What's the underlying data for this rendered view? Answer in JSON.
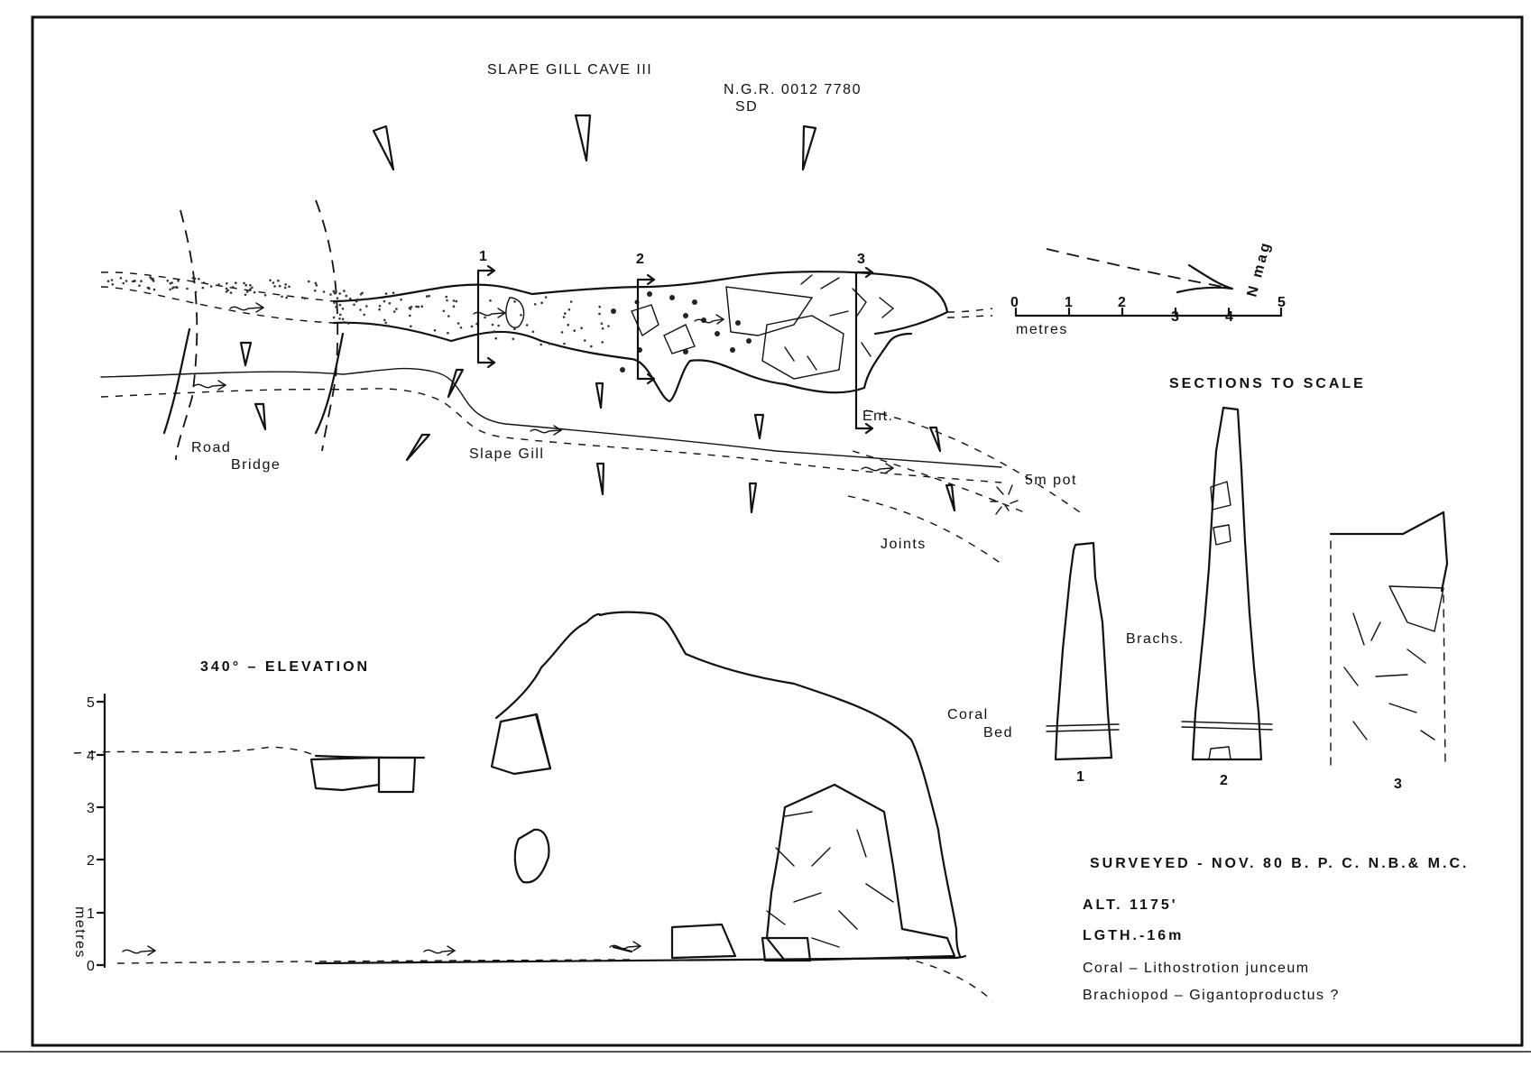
{
  "plan": {
    "title": "SLAPE GILL CAVE III",
    "ngr": "N.G.R. 0012  7780",
    "ngr_prefix": "SD",
    "north_label": "N mag",
    "scale_ticks": [
      "0",
      "1",
      "2",
      "3",
      "4",
      "5"
    ],
    "scale_unit": "metres",
    "section_markers": [
      "1",
      "2",
      "3"
    ],
    "labels": {
      "road": "Road",
      "bridge": "Bridge",
      "stream": "Slape Gill",
      "entrance": "Ent.",
      "pot": "5m pot",
      "joints": "Joints"
    }
  },
  "sections": {
    "title": "SECTIONS TO SCALE",
    "coral_label_1": "Coral",
    "coral_label_2": "Bed",
    "brachs_label": "Brachs.",
    "numbers": [
      "1",
      "2",
      "3"
    ]
  },
  "elevation": {
    "title": "340° – ELEVATION",
    "axis_ticks": [
      "5",
      "4",
      "3",
      "2",
      "1",
      "0"
    ],
    "axis_unit": "metres"
  },
  "notes": {
    "surveyed": "SURVEYED -  NOV. 80  B. P. C.   N.B.& M.C.",
    "alt": "ALT.  1175'",
    "length": "LGTH.-16m",
    "coral": "Coral – Lithostrotion  junceum",
    "brachiopod": "Brachiopod – Gigantoproductus  ?"
  }
}
